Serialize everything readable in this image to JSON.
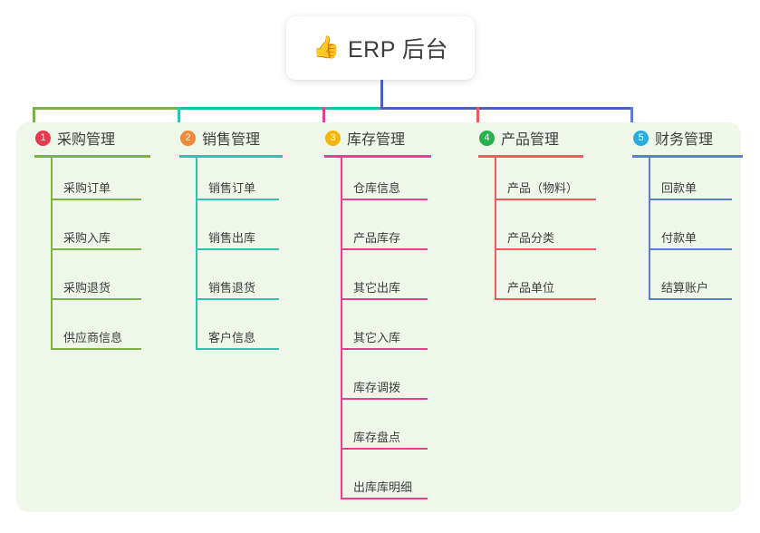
{
  "root": {
    "icon": "thumbs-up-icon",
    "emoji": "👍",
    "title": "ERP 后台"
  },
  "canvas": {
    "background": "#eff7ea",
    "page_background": "#ffffff"
  },
  "connectors": {
    "stem_color": "#4a5ec4",
    "segments": [
      {
        "name": "green",
        "color": "#7cb342"
      },
      {
        "name": "teal",
        "color": "#17c3a2"
      },
      {
        "name": "indigo",
        "color": "#4a5ec4"
      }
    ]
  },
  "columns": [
    {
      "index": "1",
      "title": "采购管理",
      "badge_color": "#e8384f",
      "line_color": "#7cb342",
      "items": [
        "采购订单",
        "采购入库",
        "采购退货",
        "供应商信息"
      ]
    },
    {
      "index": "2",
      "title": "销售管理",
      "badge_color": "#f4893a",
      "line_color": "#2ec4ae",
      "items": [
        "销售订单",
        "销售出库",
        "销售退货",
        "客户信息"
      ]
    },
    {
      "index": "3",
      "title": "库存管理",
      "badge_color": "#f5b50a",
      "line_color": "#ec3f8e",
      "items": [
        "仓库信息",
        "产品库存",
        "其它出库",
        "其它入库",
        "库存调拨",
        "库存盘点",
        "出库库明细"
      ]
    },
    {
      "index": "4",
      "title": "产品管理",
      "badge_color": "#24b24c",
      "line_color": "#f1595c",
      "items": [
        "产品（物料）",
        "产品分类",
        "产品单位"
      ]
    },
    {
      "index": "5",
      "title": "财务管理",
      "badge_color": "#29aae1",
      "line_color": "#5a7ed0",
      "items": [
        "回款单",
        "付款单",
        "结算账户"
      ]
    }
  ]
}
